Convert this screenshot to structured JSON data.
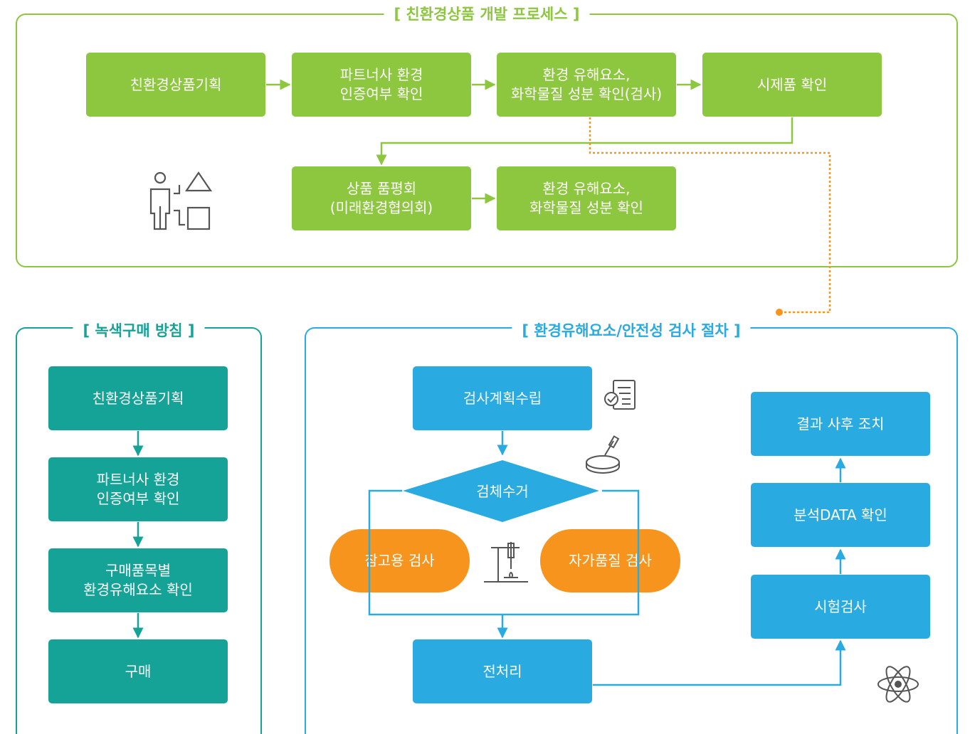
{
  "process": {
    "title": "[ 친환경상품 개발 프로세스 ]",
    "steps": [
      "친환경상품기획",
      "파트너사 환경\n인증여부 확인",
      "환경 유해요소,\n화학물질 성분 확인(검사)",
      "시제품 확인",
      "상품 품평회\n(미래환경협의회)",
      "환경 유해요소,\n화학물질 성분 확인"
    ]
  },
  "green_purchase": {
    "title": "[ 녹색구매 방침 ]",
    "steps": [
      "친환경상품기획",
      "파트너사 환경\n인증여부 확인",
      "구매품목별\n환경유해요소 확인",
      "구매"
    ]
  },
  "inspection": {
    "title": "[ 환경유해요소/안전성 검사 절차 ]",
    "plan": "검사계획수립",
    "sample": "검체수거",
    "reference_test": "참고용 검사",
    "self_quality_test": "자가품질 검사",
    "pretreatment": "전처리",
    "lab_test": "시험검사",
    "data_check": "분석DATA 확인",
    "follow_up": "결과 사후 조치"
  },
  "icons": [
    "person-shapes-icon",
    "checklist-icon",
    "petri-dish-icon",
    "lab-stand-icon",
    "atom-icon"
  ],
  "colors": {
    "green": "#8dc63f",
    "teal": "#16a397",
    "blue": "#29abe2",
    "orange": "#f7941d",
    "icon": "#555555"
  }
}
